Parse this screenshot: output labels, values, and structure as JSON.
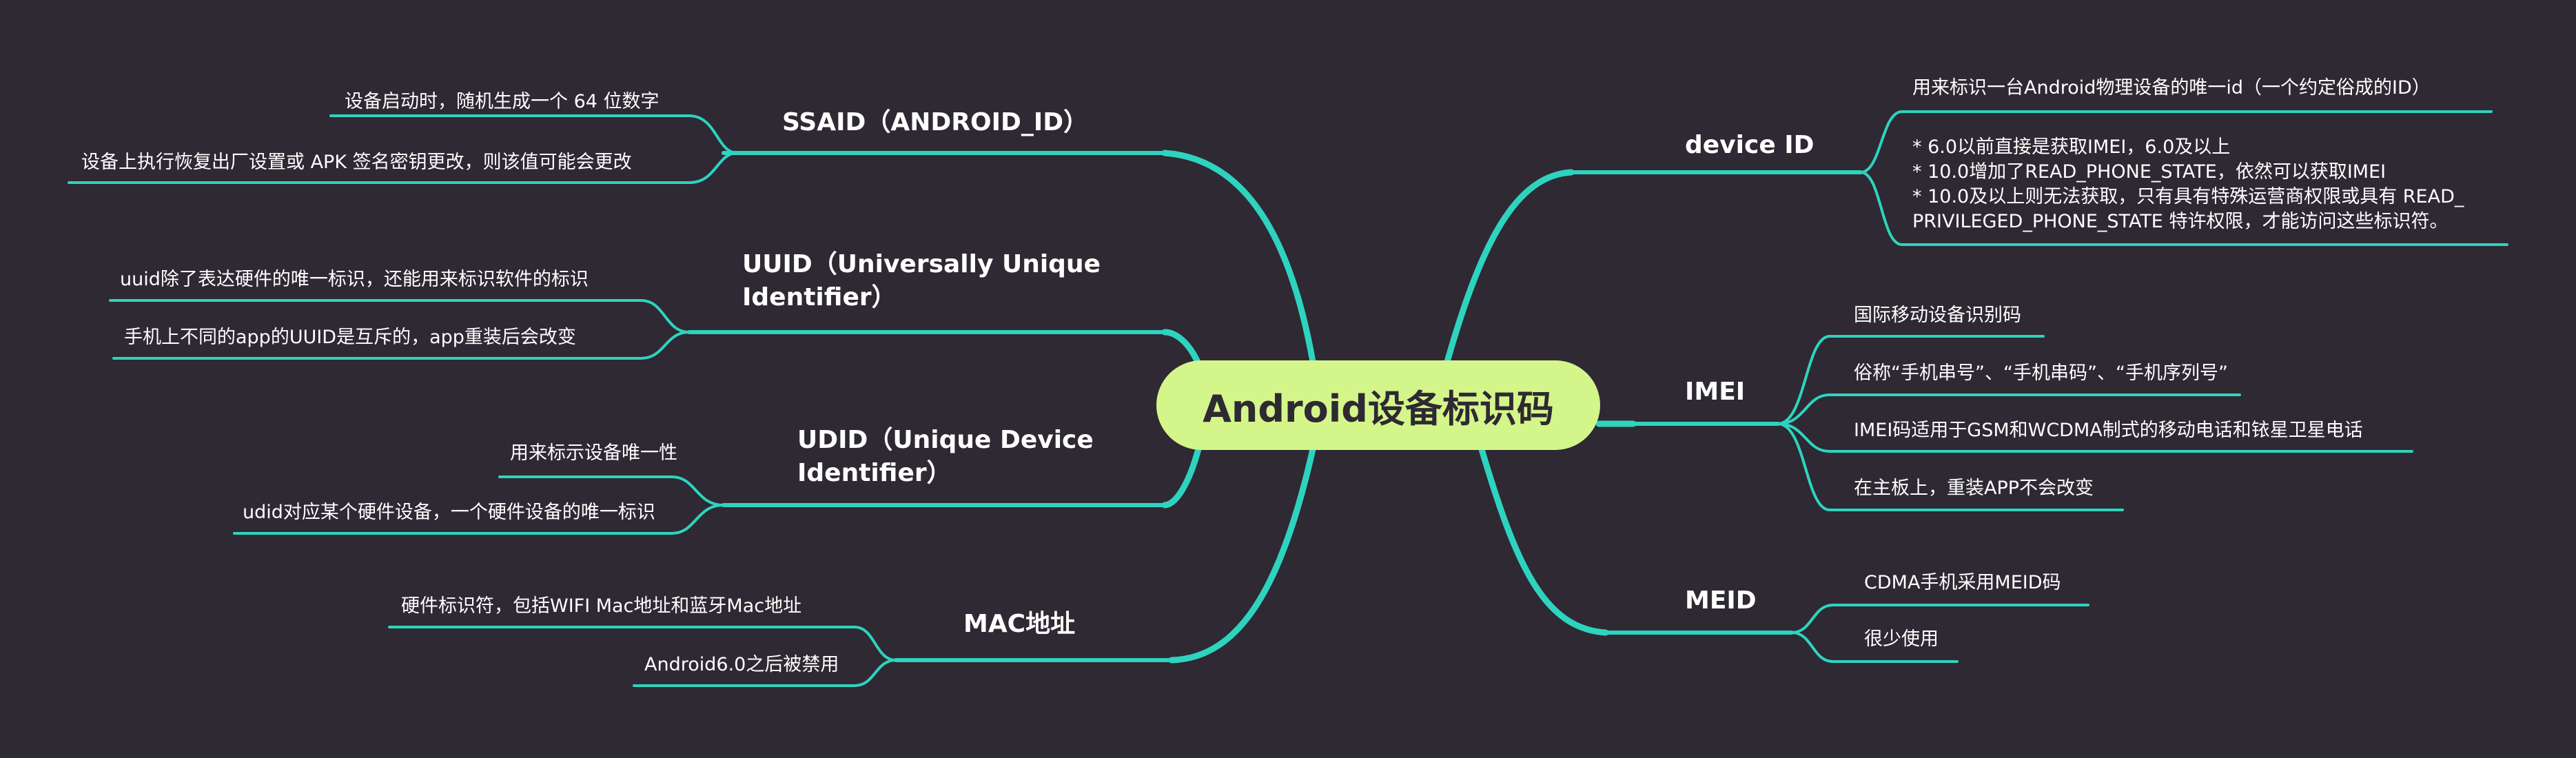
{
  "colors": {
    "background": "#2e2932",
    "center_fill": "#d4f58a",
    "center_text": "#2e2932",
    "link": "#2ed3bf",
    "text": "#ffffff"
  },
  "center": {
    "label": "Android设备标识码"
  },
  "branches": {
    "ssaid": {
      "label": "SSAID（ANDROID_ID）",
      "leaves": [
        "设备启动时，随机生成一个 64 位数字",
        "设备上执行恢复出厂设置或 APK 签名密钥更改，则该值可能会更改"
      ]
    },
    "uuid": {
      "label_line1": "UUID（Universally Unique",
      "label_line2": "Identifier）",
      "leaves": [
        "uuid除了表达硬件的唯一标识，还能用来标识软件的标识",
        "手机上不同的app的UUID是互斥的，app重装后会改变"
      ]
    },
    "udid": {
      "label_line1": "UDID（Unique Device",
      "label_line2": "Identifier）",
      "leaves": [
        "用来标示设备唯一性",
        "udid对应某个硬件设备，一个硬件设备的唯一标识"
      ]
    },
    "mac": {
      "label": "MAC地址",
      "leaves": [
        "硬件标识符，包括WIFI Mac地址和蓝牙Mac地址",
        "Android6.0之后被禁用"
      ]
    },
    "device_id": {
      "label": "device ID",
      "leaf1": "用来标识一台Android物理设备的唯一id（一个约定俗成的ID）",
      "leaf2_lines": [
        "* 6.0以前直接是获取IMEI，6.0及以上",
        "* 10.0增加了READ_PHONE_STATE，依然可以获取IMEI",
        "* 10.0及以上则无法获取，只有具有特殊运营商权限或具有 READ_",
        "PRIVILEGED_PHONE_STATE 特许权限，才能访问这些标识符。"
      ]
    },
    "imei": {
      "label": "IMEI",
      "leaves": [
        "国际移动设备识别码",
        "俗称“手机串号”、“手机串码”、“手机序列号”",
        "IMEI码适用于GSM和WCDMA制式的移动电话和铱星卫星电话",
        "在主板上，重装APP不会改变"
      ]
    },
    "meid": {
      "label": "MEID",
      "leaves": [
        "CDMA手机采用MEID码",
        "很少使用"
      ]
    }
  }
}
